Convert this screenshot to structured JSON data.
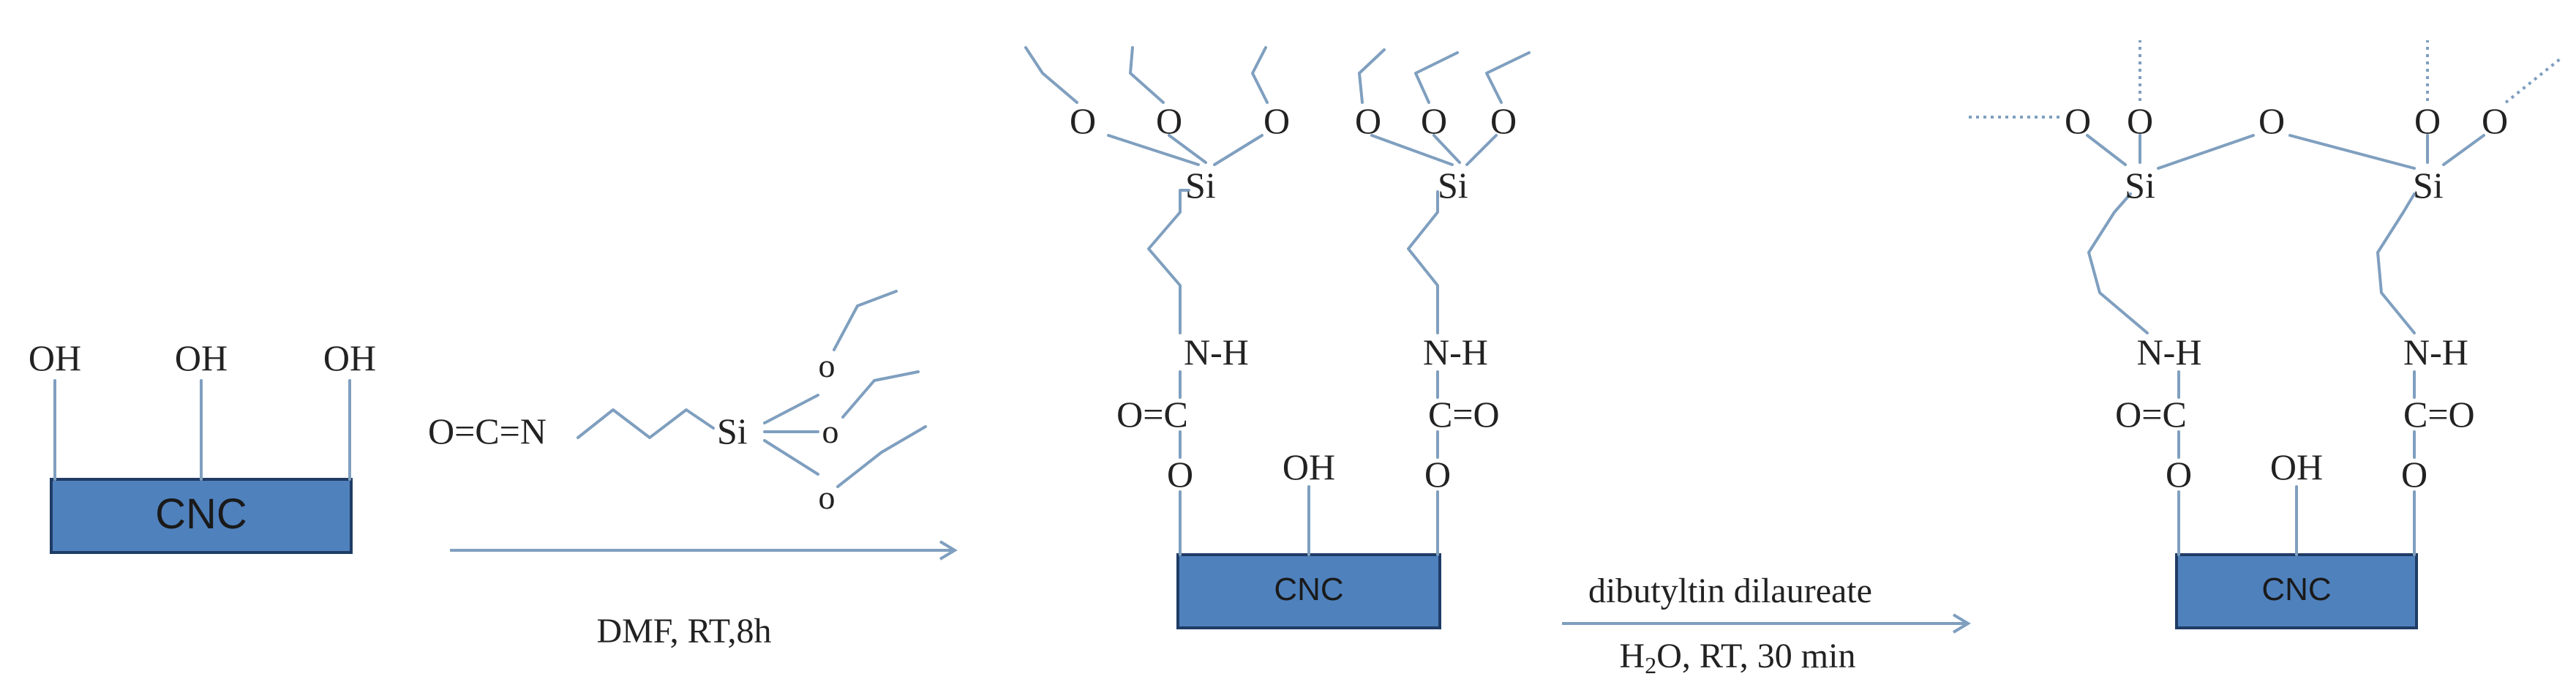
{
  "colors": {
    "cnc_fill": "#4f81bd",
    "cnc_border": "#1f3c66",
    "bond": "#7f9fbf",
    "text": "#222222"
  },
  "labels": {
    "cnc": "CNC",
    "oh": "OH",
    "o": "O",
    "o_small": "o",
    "si": "Si",
    "nh": "N-H",
    "co_left": "O=C",
    "co_right": "C=O",
    "ocn": "O=C=N",
    "si_reagent": "Si"
  },
  "conditions": {
    "step1": "DMF, RT,8h",
    "step2_top": "dibutyltin dilaureate",
    "step2_bottom_prefix": "H",
    "step2_bottom_sub": "2",
    "step2_bottom_suffix": "O, RT, 30 min"
  }
}
